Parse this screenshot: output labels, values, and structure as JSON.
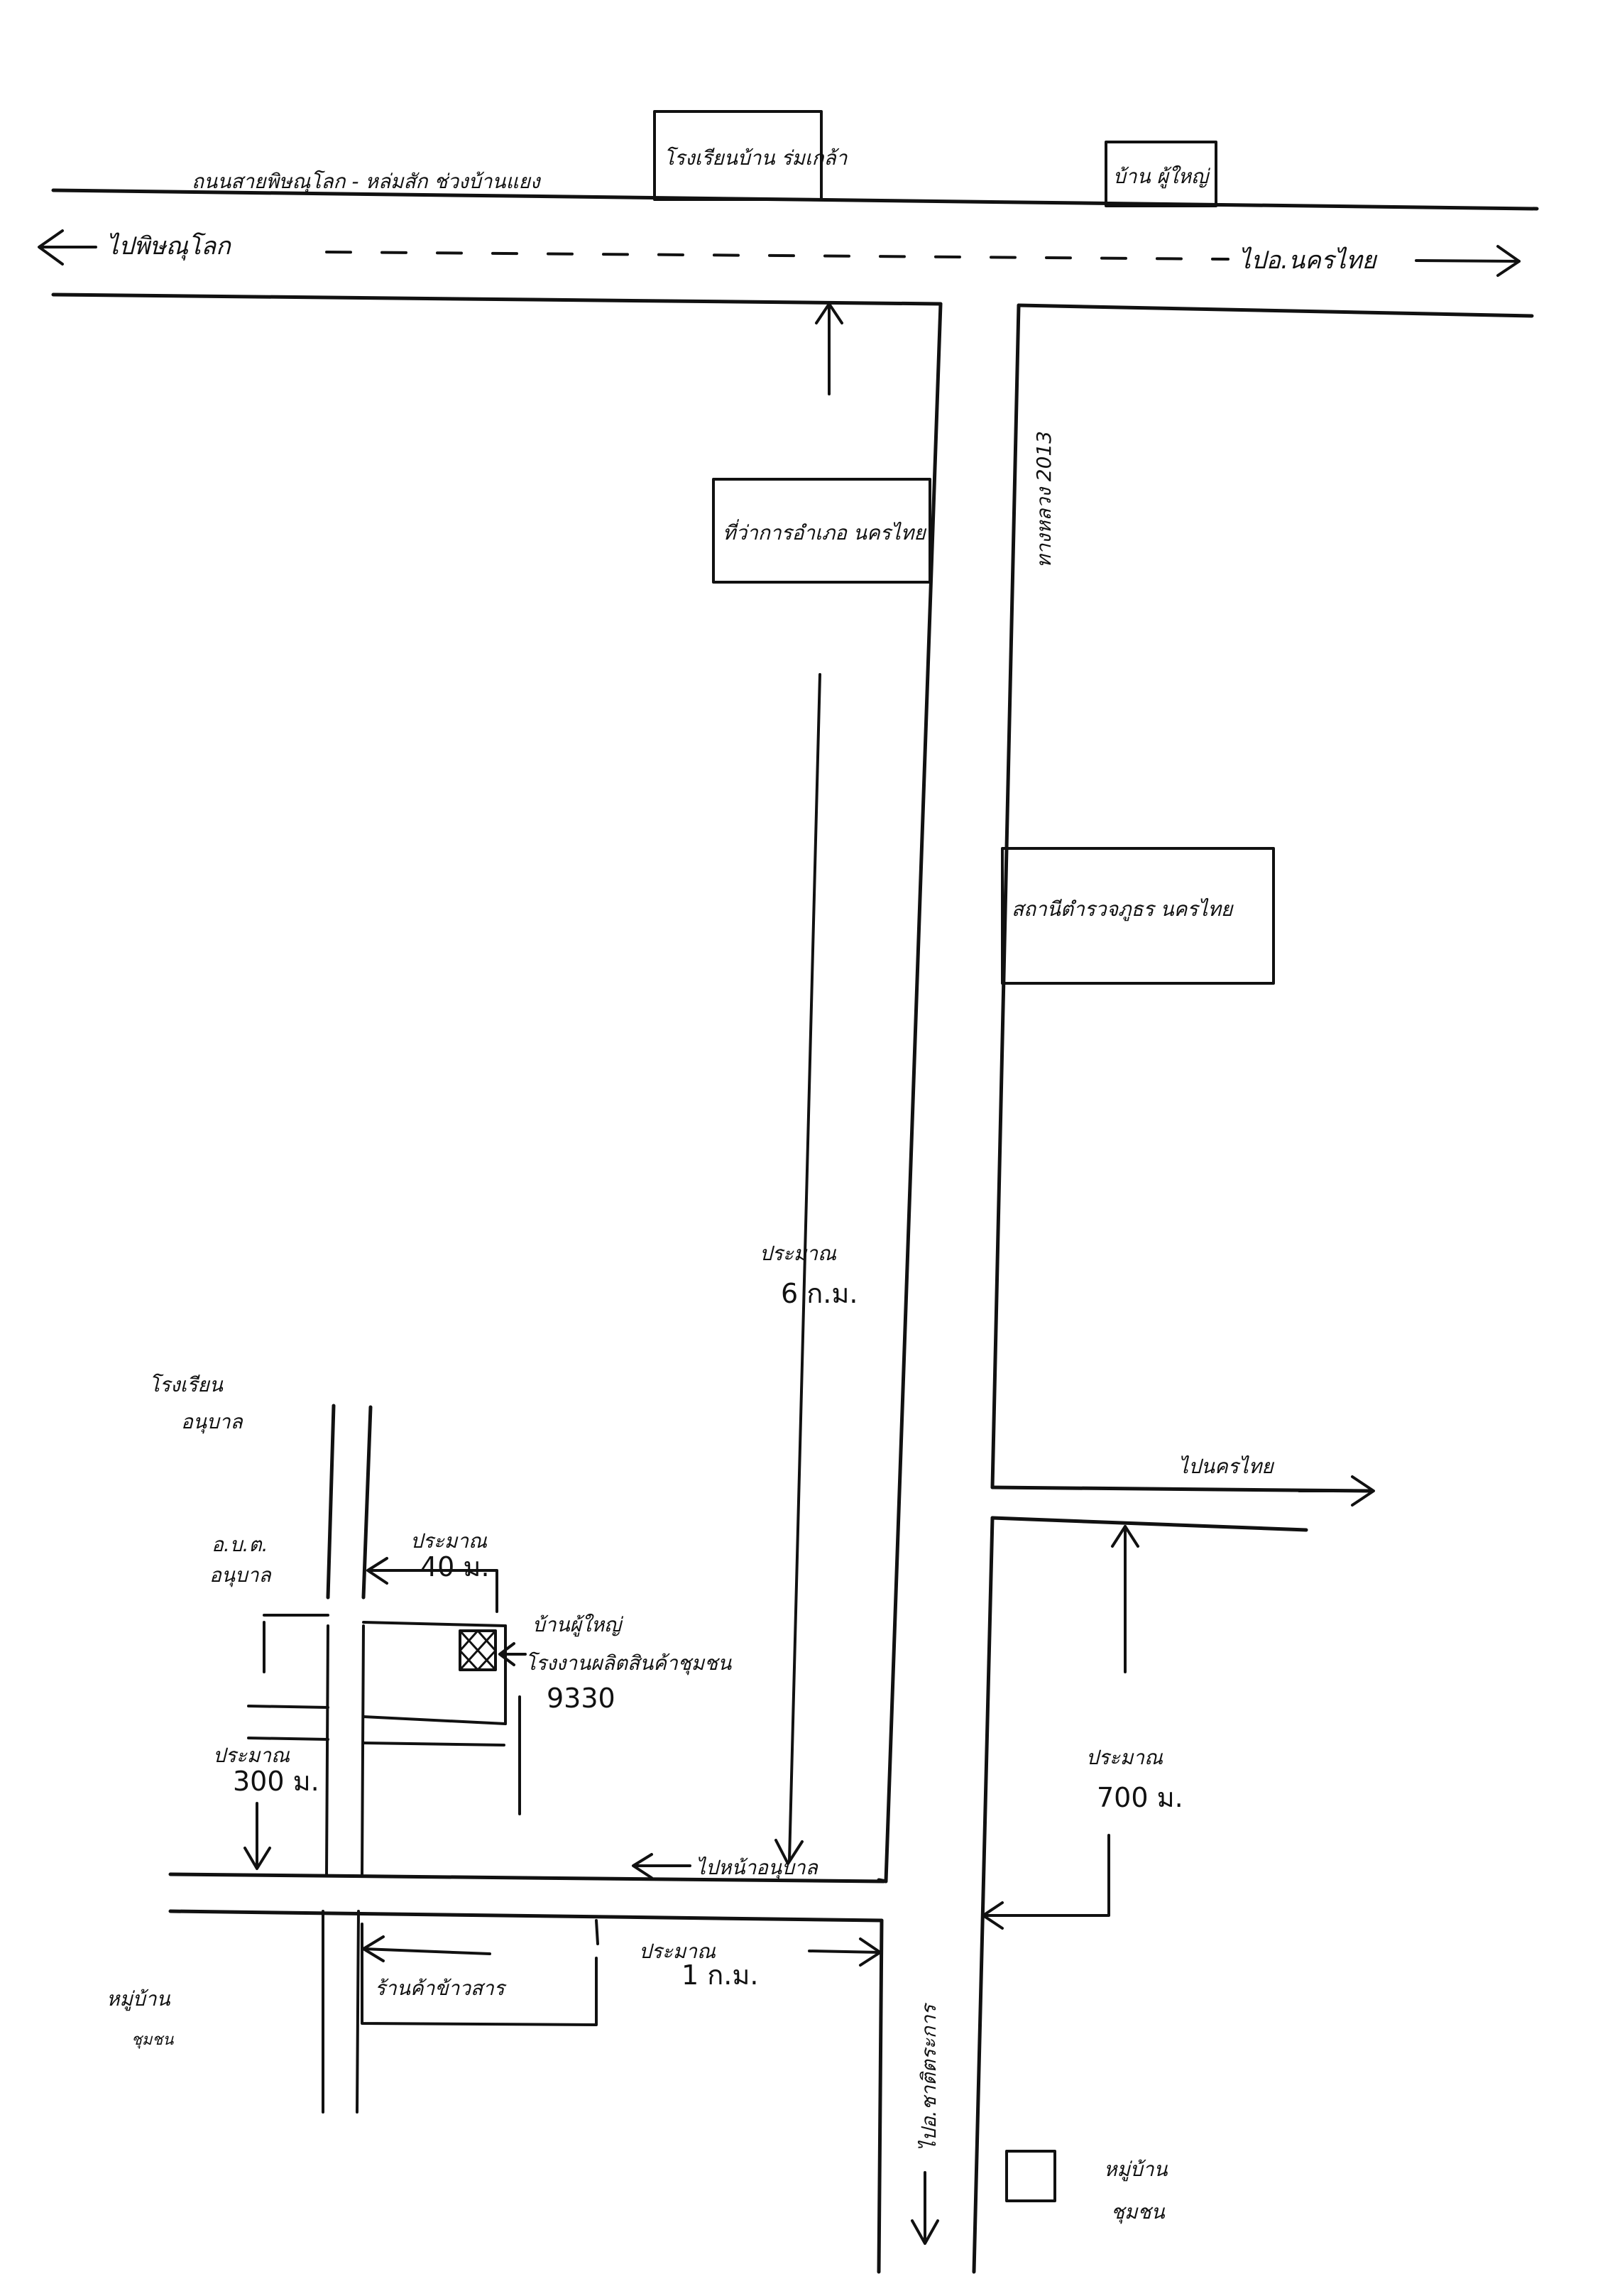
{
  "labels": {
    "road_top_left": "ไปพิษณุโลก",
    "road_top_right": "ไปอ.นครไทย",
    "top_box_school": "โรงเรียนบ้าน ร่มเกล้า",
    "top_box_house": "บ้าน ผู้ใหญ่",
    "top_road_text": "ถนนสายพิษณุโลก - หล่มสัก ช่วงบ้านแยง",
    "road_number": "ทางหลวง 2013",
    "box_upper_middle": "ที่ว่าการอำเภอ นครไทย",
    "box_right_middle": "สถานีตำรวจภูธร นครไทย",
    "dist_6km_line1": "ประมาณ",
    "dist_6km_line2": "6 ก.ม.",
    "temple_top_left_line1": "โรงเรียน",
    "temple_top_left_line2": "อนุบาล",
    "office_left_line1": "อ.บ.ต.",
    "office_left_line2": "อนุบาล",
    "dist_40_line1": "ประมาณ",
    "dist_40_line2": "40 ม.",
    "target_line1": "บ้านผู้ใหญ่",
    "target_line2": "โรงงานผลิตสินค้าชุมชน",
    "target_number": "9330",
    "dist_300_line1": "ประมาณ",
    "dist_300_line2": "300 ม.",
    "arrow_to_station": "ไปหน้าอนุบาล",
    "right_road_label": "ไปนครไทย",
    "dist_700_line1": "ประมาณ",
    "dist_700_line2": "700 ม.",
    "dist_1km_line1": "ประมาณ",
    "dist_1km_line2": "1 ก.ม.",
    "bottom_box": "ร้านค้าข้าวสาร",
    "bottom_left_1": "หมู่บ้าน",
    "bottom_left_2": "ชุมชน",
    "vertical_road_bottom": "ไปอ.ชาติตระการ",
    "bottom_right_1": "หมู่บ้าน",
    "bottom_right_2": "ชุมชน"
  }
}
